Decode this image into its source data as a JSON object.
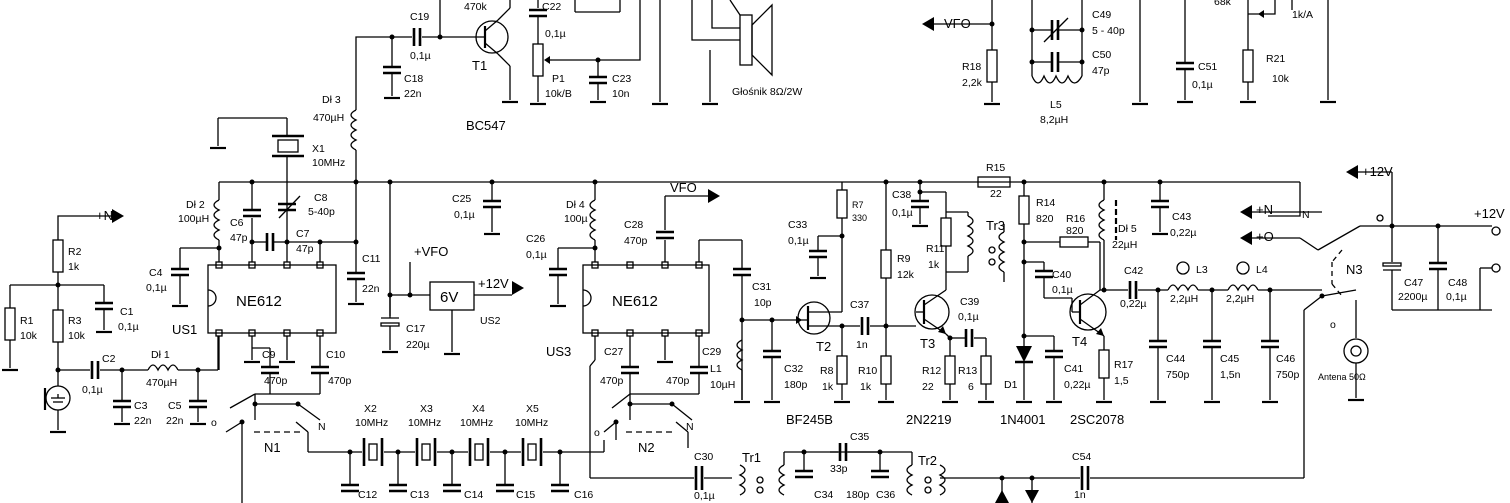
{
  "labels": {
    "r470k": "470k",
    "c19": "C19",
    "c19v": "0,1µ",
    "c22": "C22",
    "c22v": "0,1µ",
    "c18": "C18",
    "c18v": "22n",
    "t1": "T1",
    "bc547": "BC547",
    "p1": "P1",
    "p1v": "10k/B",
    "c23": "C23",
    "c23v": "10n",
    "speaker": "Głośnik  8Ω/2W",
    "dl3": "Dł 3",
    "dl3v": "470µH",
    "x1": "X1",
    "x1v": "10MHz",
    "c8": "C8",
    "c8v": "5-40p",
    "dl2": "Dł 2",
    "dl2v": "100µH",
    "c6": "C6",
    "c6v": "47p",
    "c7": "C7",
    "c7v": "47p",
    "c25": "C25",
    "c25v": "0,1µ",
    "c11": "C11",
    "c11v": "22n",
    "c4": "C4",
    "c4v": "0,1µ",
    "ne612a": "NE612",
    "us1": "US1",
    "pN": "+N",
    "r2": "R2",
    "r2v": "1k",
    "r1": "R1",
    "r1v": "10k",
    "r3": "R3",
    "r3v": "10k",
    "c1": "C1",
    "c1v": "0,1µ",
    "c2": "C2",
    "c2v": "0,1µ",
    "dl1": "Dł 1",
    "dl1v": "470µH",
    "c3": "C3",
    "c3v": "22n",
    "c5": "C5",
    "c5v": "22n",
    "c9": "C9",
    "c9v": "470p",
    "c10": "C10",
    "c10v": "470p",
    "n1": "N1",
    "sw_o": "o",
    "sw_n": "N",
    "x2": "X2",
    "x3": "X3",
    "x4": "X4",
    "x5": "X5",
    "xv": "10MHz",
    "c12": "C12",
    "c13": "C13",
    "c14": "C14",
    "c15": "C15",
    "c16": "C16",
    "pvfo": "+VFO",
    "r6v": "6V",
    "p12v": "+12V",
    "us2": "US2",
    "c17": "C17",
    "c17v": "220µ",
    "dl4": "Dł 4",
    "dl4v": "100µ",
    "vfo": "VFO",
    "c28": "C28",
    "c28v": "470p",
    "c26": "C26",
    "c26v": "0,1µ",
    "ne612b": "NE612",
    "us3": "US3",
    "c27": "C27",
    "c27v": "470p",
    "c29": "C29",
    "c29v": "470p",
    "n2": "N2",
    "c30": "C30",
    "c30v": "0,1µ",
    "tr1": "Tr1",
    "c35": "C35",
    "c35v": "33p",
    "c34": "C34",
    "c36v": "180p",
    "c36": "C36",
    "tr2": "Tr2",
    "c54": "C54",
    "c54v": "1n",
    "c31": "C31",
    "c31v": "10p",
    "l1": "L1",
    "l1v": "10µH",
    "c32": "C32",
    "c32v": "180p",
    "c33": "C33",
    "c33v": "0,1µ",
    "r7": "R7",
    "r7v": "330",
    "t2": "T2",
    "bf245b": "BF245B",
    "c37": "C37",
    "c37v": "1n",
    "r8": "R8",
    "r8v": "1k",
    "r10": "R10",
    "r10v": "1k",
    "c38": "C38",
    "c38v": "0,1µ",
    "r9": "R9",
    "r9v": "12k",
    "r11": "R11",
    "r11v": "1k",
    "tr3": "Tr3",
    "t3": "T3",
    "n2n2219": "2N2219",
    "c39": "C39",
    "c39v": "0,1µ",
    "r12": "R12",
    "r12v": "22",
    "r13": "R13",
    "r13v": "6",
    "r15": "R15",
    "r15v": "22",
    "r14": "R14",
    "r14v": "820",
    "r16": "R16",
    "r16v": "820",
    "dl5": "Dł 5",
    "dl5v": "22µH",
    "c43": "C43",
    "c43v": "0,22µ",
    "c40": "C40",
    "c40v": "0,1µ",
    "d1": "D1",
    "n4001": "1N4001",
    "c41": "C41",
    "c41v": "0,22µ",
    "t4": "T4",
    "sc2078": "2SC2078",
    "r17": "R17",
    "r17v": "1,5",
    "c42": "C42",
    "c42v": "0,22µ",
    "l3": "L3",
    "l3v": "2,2µH",
    "l4": "L4",
    "l4v": "2,2µH",
    "c44": "C44",
    "c44v": "750p",
    "c45": "C45",
    "c45v": "1,5n",
    "c46": "C46",
    "c46v": "750p",
    "vfo_top": "VFO",
    "r18": "R18",
    "r18v": "2,2k",
    "c49": "C49",
    "c49v": "5 - 40p",
    "c50": "C50",
    "c50v": "47p",
    "l5": "L5",
    "l5v": "8,2µH",
    "c51": "C51",
    "c51v": "0,1µ",
    "r21": "R21",
    "r21v": "10k",
    "r68k": "68k",
    "r1kA": "1k/A",
    "p12v_b": "+12V",
    "pN_b": "+N",
    "pO_b": "+O",
    "n3": "N3",
    "c47": "C47",
    "c47v": "2200µ",
    "c48": "C48",
    "c48v": "0,1µ",
    "p12v_r": "+12V",
    "antenna": "Antena 50Ω"
  }
}
